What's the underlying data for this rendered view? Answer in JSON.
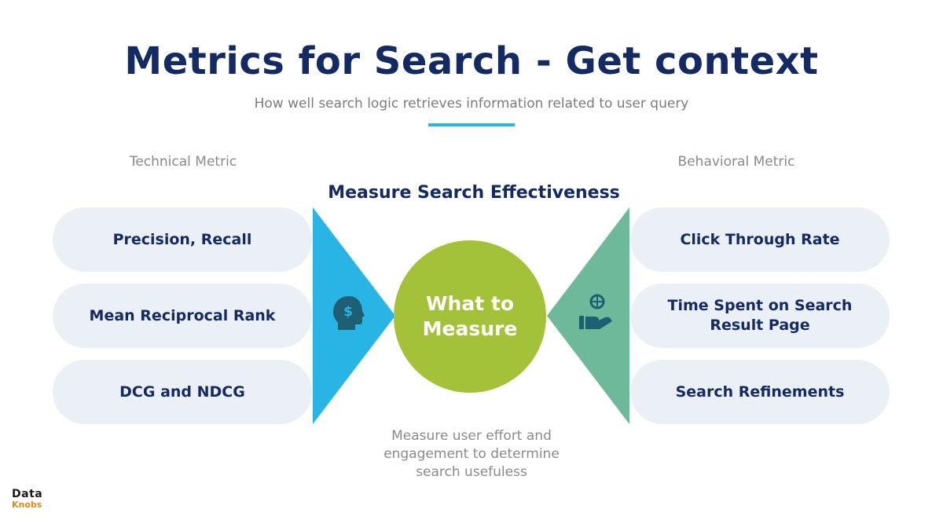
{
  "title": "Metrics for Search - Get context",
  "subtitle": "How well search logic retrieves information related to user query",
  "left_label": "Technical Metric",
  "right_label": "Behavioral Metric",
  "center_heading": "Measure Search Effectiveness",
  "center_circle": "What to\nMeasure",
  "bottom_note": "Measure user effort and\nengagement to determine\nsearch usefuless",
  "technical_metrics": [
    "Precision, Recall",
    "Mean Reciprocal Rank",
    "DCG and NDCG"
  ],
  "behavioral_metrics": [
    "Click Through Rate",
    "Time Spent on Search Result Page",
    "Search Refinements"
  ],
  "icons": {
    "left": "head-dollar-icon",
    "right": "hand-globe-icon"
  },
  "logo": {
    "line1": "Data",
    "line2": "Knobs"
  },
  "colors": {
    "title": "#132a63",
    "accent_blue": "#29b4e6",
    "accent_green": "#6db99a",
    "circle": "#a3c23a",
    "pill": "#eaf0f6",
    "icon": "#1f5f74"
  }
}
